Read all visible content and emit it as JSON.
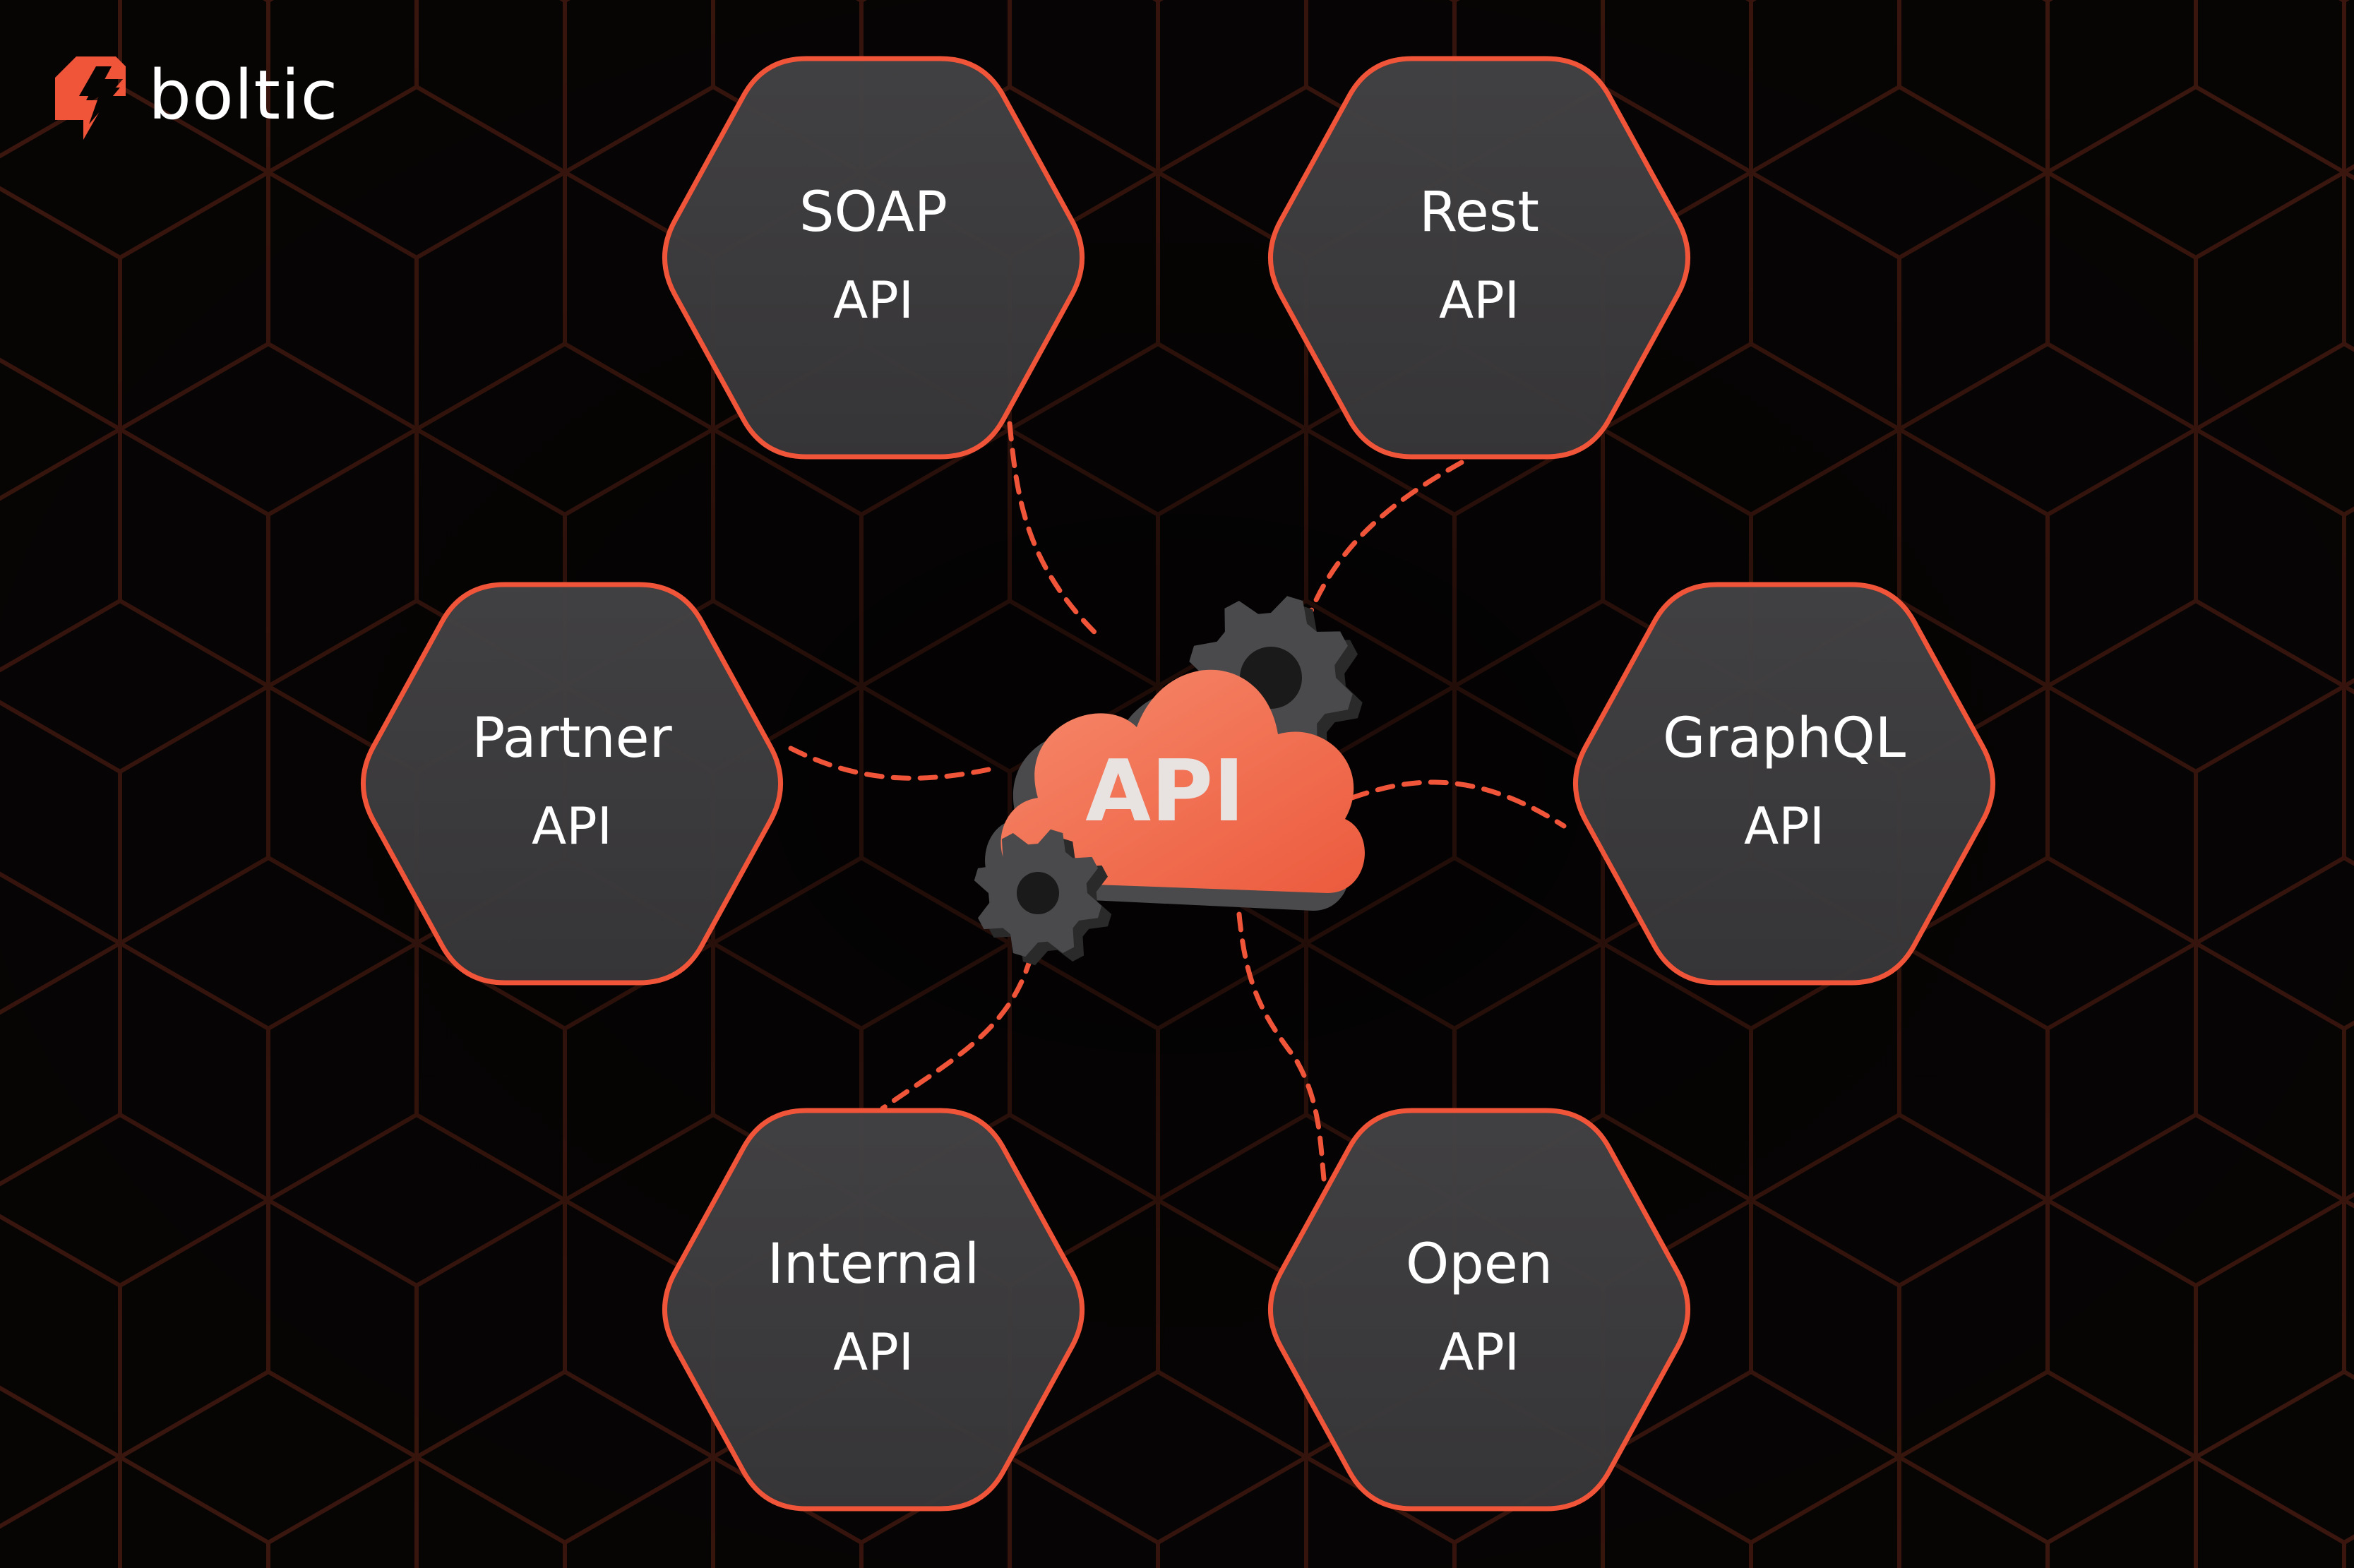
{
  "brand": {
    "name": "boltic",
    "accent": "#F0553A"
  },
  "hub": {
    "label": "API",
    "cloud_color": "#F06A4E",
    "gear_color": "#4A4A4C"
  },
  "nodes": [
    {
      "id": "soap",
      "line1": "SOAP",
      "line2": "API"
    },
    {
      "id": "rest",
      "line1": "Rest",
      "line2": "API"
    },
    {
      "id": "partner",
      "line1": "Partner",
      "line2": "API"
    },
    {
      "id": "graphql",
      "line1": "GraphQL",
      "line2": "API"
    },
    {
      "id": "internal",
      "line1": "Internal",
      "line2": "API"
    },
    {
      "id": "open",
      "line1": "Open",
      "line2": "API"
    }
  ],
  "colors": {
    "background": "#070404",
    "grid_line": "#3A160E",
    "hex_fill": "#3C3B3D",
    "hex_stroke": "#F0553A",
    "text": "#FFFFFF",
    "connector": "#F0553A"
  }
}
